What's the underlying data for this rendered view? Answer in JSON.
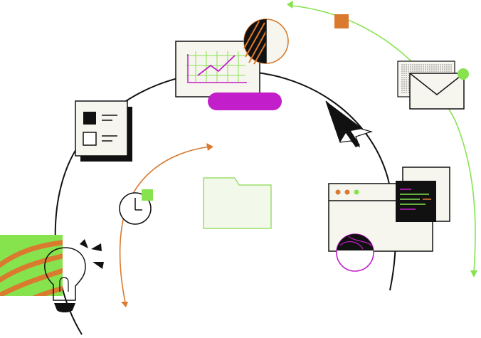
{
  "illustration": {
    "icons": [
      "arc-path",
      "refresh-arrow-arc",
      "document-checklist-icon",
      "chart-window-icon",
      "half-hatched-circle-icon",
      "purple-pill-bar",
      "cursor-arrow-icon",
      "envelope-icon",
      "code-window-icon",
      "globe-icon",
      "folder-icon",
      "clock-icon",
      "lightbulb-icon",
      "striped-pattern-tile"
    ]
  },
  "colors": {
    "ink": "#111111",
    "paper": "#f7f6ee",
    "lime": "#86e34e",
    "orange": "#d97a2f",
    "purple": "#c21ec9",
    "folder_fill": "#f2f8ea",
    "folder_stroke": "#9cdd6c"
  }
}
